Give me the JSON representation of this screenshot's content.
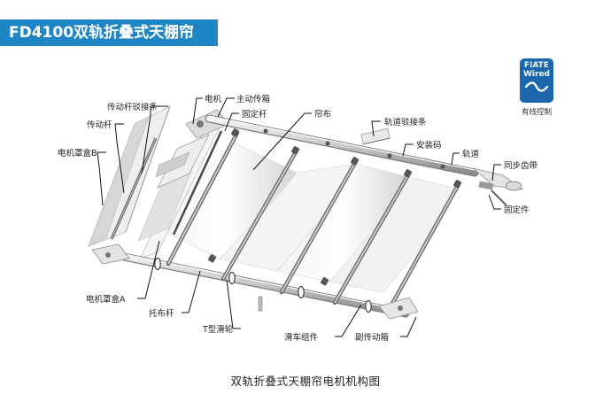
{
  "header": {
    "title": "FD4100双轨折叠式天棚帘"
  },
  "logo": {
    "line1": "FIATE",
    "line2": "Wired",
    "caption": "有线控制",
    "color": "#1b66ad"
  },
  "labels": {
    "motor": "电机",
    "main_gearbox": "主动传箱",
    "rod_connector": "传动杆驳接条",
    "fixed_rod": "固定杆",
    "drive_rod": "传动杆",
    "curtain": "帘布",
    "track_connector": "轨道驳接条",
    "motor_cover_b": "电机罩盒B",
    "mounting_code": "安装码",
    "track": "轨道",
    "sync_belt": "同步齿带",
    "fixture": "固定件",
    "motor_cover_a": "电机罩盒A",
    "cloth_rod": "托布杆",
    "t_pulley": "T型滑轮",
    "trolley_assembly": "滑车组件",
    "sub_gearbox": "副传动箱"
  },
  "caption": "双轨折叠式天棚帘电机机构图",
  "colors": {
    "accent": "#1f86c6",
    "leader": "#111111"
  }
}
